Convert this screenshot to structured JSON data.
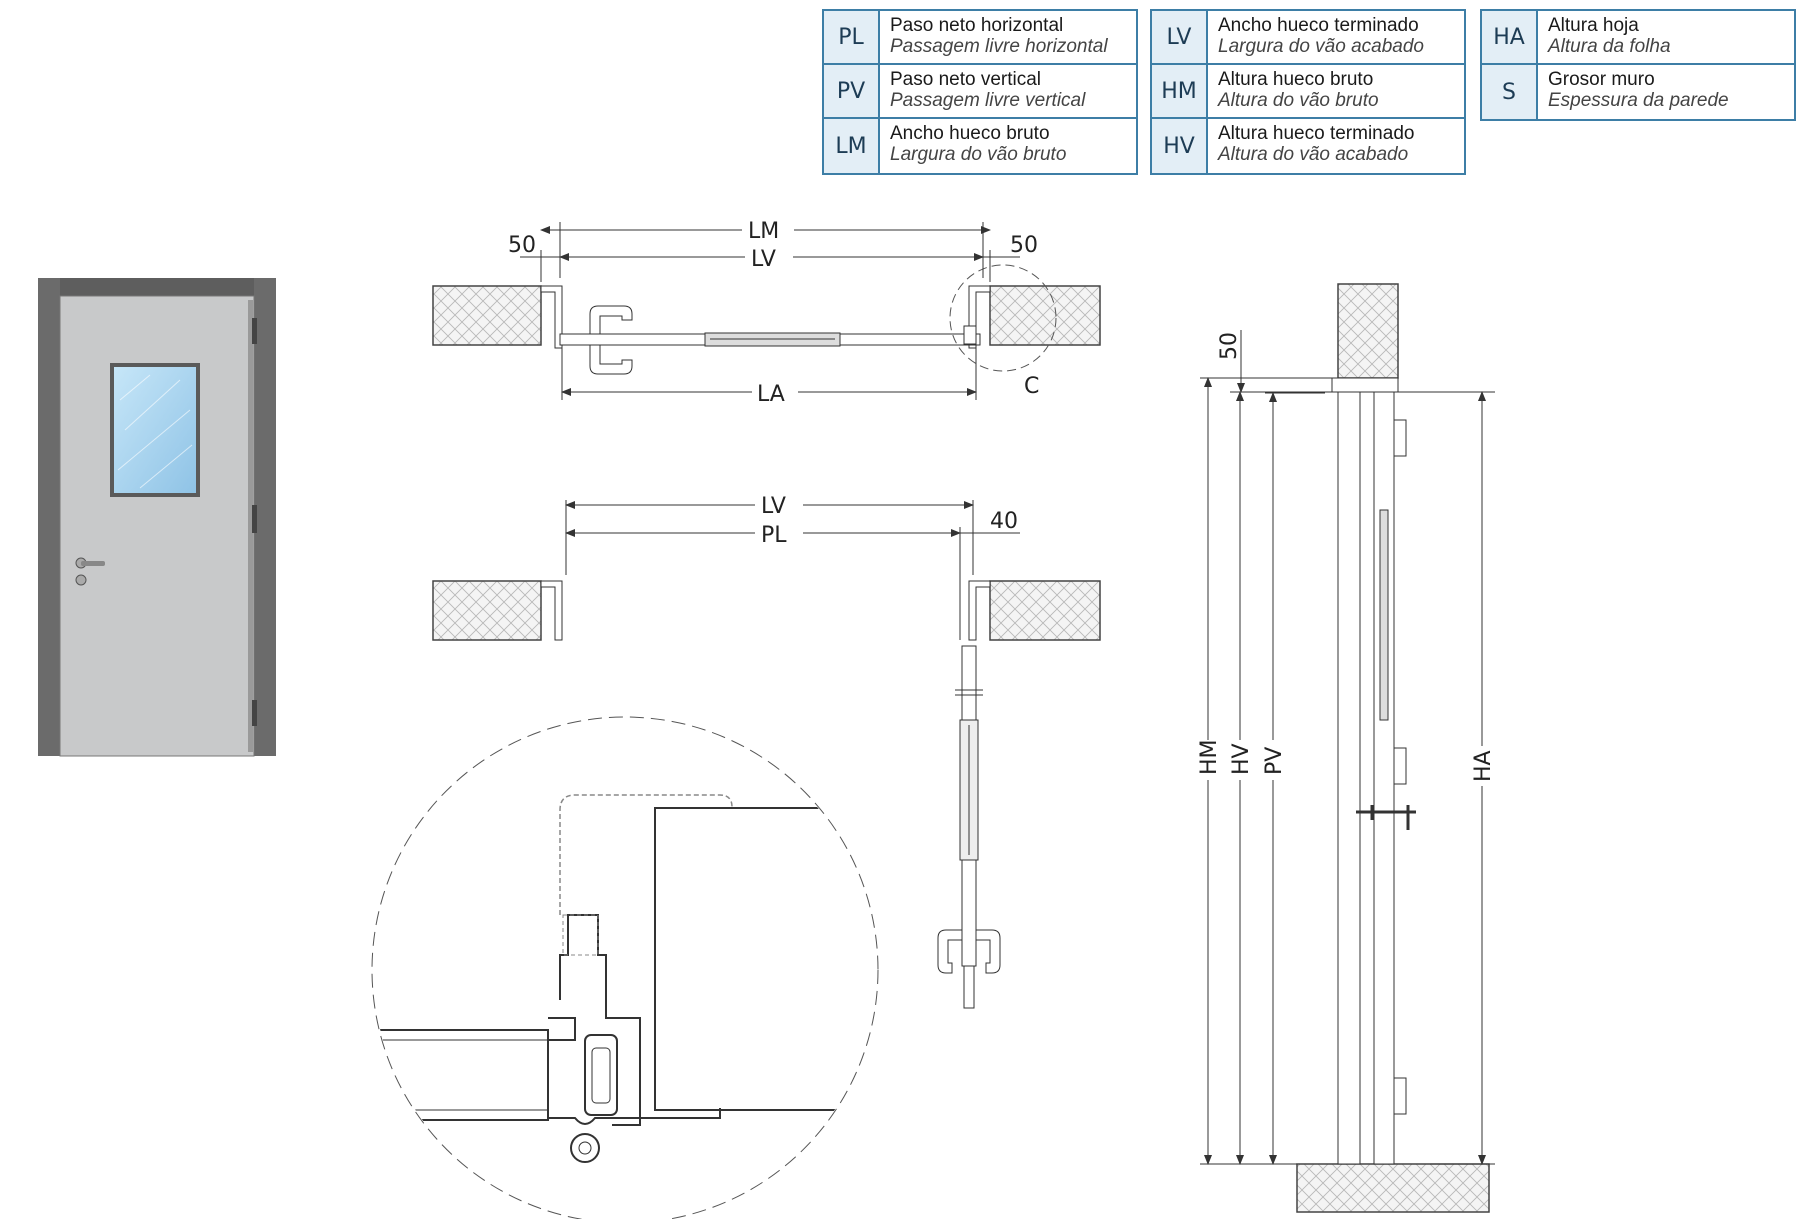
{
  "legend": {
    "table1": [
      {
        "code": "PL",
        "es": "Paso neto horizontal",
        "pt": "Passagem livre horizontal"
      },
      {
        "code": "PV",
        "es": "Paso neto vertical",
        "pt": "Passagem livre vertical"
      },
      {
        "code": "LM",
        "es": "Ancho hueco bruto",
        "pt": "Largura do vão bruto"
      }
    ],
    "table2": [
      {
        "code": "LV",
        "es": "Ancho hueco terminado",
        "pt": "Largura do vão acabado"
      },
      {
        "code": "HM",
        "es": "Altura hueco bruto",
        "pt": "Altura do vão bruto"
      },
      {
        "code": "HV",
        "es": "Altura hueco terminado",
        "pt": "Altura do vão acabado"
      }
    ],
    "table3": [
      {
        "code": "HA",
        "es": "Altura hoja",
        "pt": "Altura da folha"
      },
      {
        "code": "S",
        "es": "Grosor muro",
        "pt": "Espessura da parede"
      }
    ]
  },
  "plan_closed": {
    "lm": "LM",
    "lv": "LV",
    "la": "LA",
    "left_offset": "50",
    "right_offset": "50",
    "detail": "C"
  },
  "plan_open": {
    "lv": "LV",
    "pl": "PL",
    "offset": "40"
  },
  "section": {
    "top_offset": "50",
    "hm": "HM",
    "hv": "HV",
    "pv": "PV",
    "ha": "HA"
  },
  "colors": {
    "legend_border": "#3d7ea6",
    "legend_code_bg": "#e3eef6",
    "frame": "#6b6b6b",
    "leaf": "#c8c9ca",
    "glass": "#a9d4ee"
  }
}
